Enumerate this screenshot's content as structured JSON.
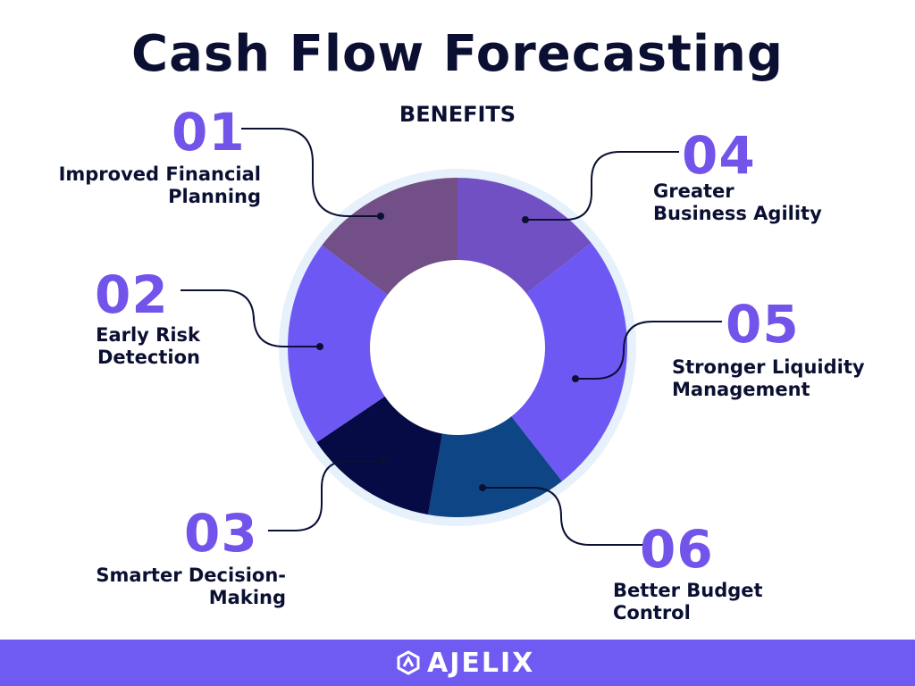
{
  "header": {
    "title": "Cash Flow Forecasting",
    "subtitle": "BENEFITS"
  },
  "benefits": [
    {
      "number": "01",
      "label": "Improved Financial\nPlanning"
    },
    {
      "number": "02",
      "label": "Early Risk\nDetection"
    },
    {
      "number": "03",
      "label": "Smarter Decision-\nMaking"
    },
    {
      "number": "04",
      "label": "Greater\nBusiness Agility"
    },
    {
      "number": "05",
      "label": "Stronger Liquidity\nManagement"
    },
    {
      "number": "06",
      "label": "Better Budget\nControl"
    }
  ],
  "colors": {
    "number": "#7354ea",
    "text": "#0b1033",
    "footer": "#6f5bf1",
    "halo": "#e6f1fb"
  },
  "segments": [
    {
      "start_deg": 0,
      "end_deg": 52,
      "color": "#7150c4"
    },
    {
      "start_deg": 52,
      "end_deg": 142,
      "color": "#6e58f4"
    },
    {
      "start_deg": 142,
      "end_deg": 190,
      "color": "#0e4584"
    },
    {
      "start_deg": 190,
      "end_deg": 236,
      "color": "#060a45"
    },
    {
      "start_deg": 236,
      "end_deg": 307,
      "color": "#6e58f4"
    },
    {
      "start_deg": 307,
      "end_deg": 360,
      "color": "#724f86"
    }
  ],
  "footer": {
    "logo_text": "AJELIX",
    "logo_icon": "ajelix-logo-icon"
  }
}
